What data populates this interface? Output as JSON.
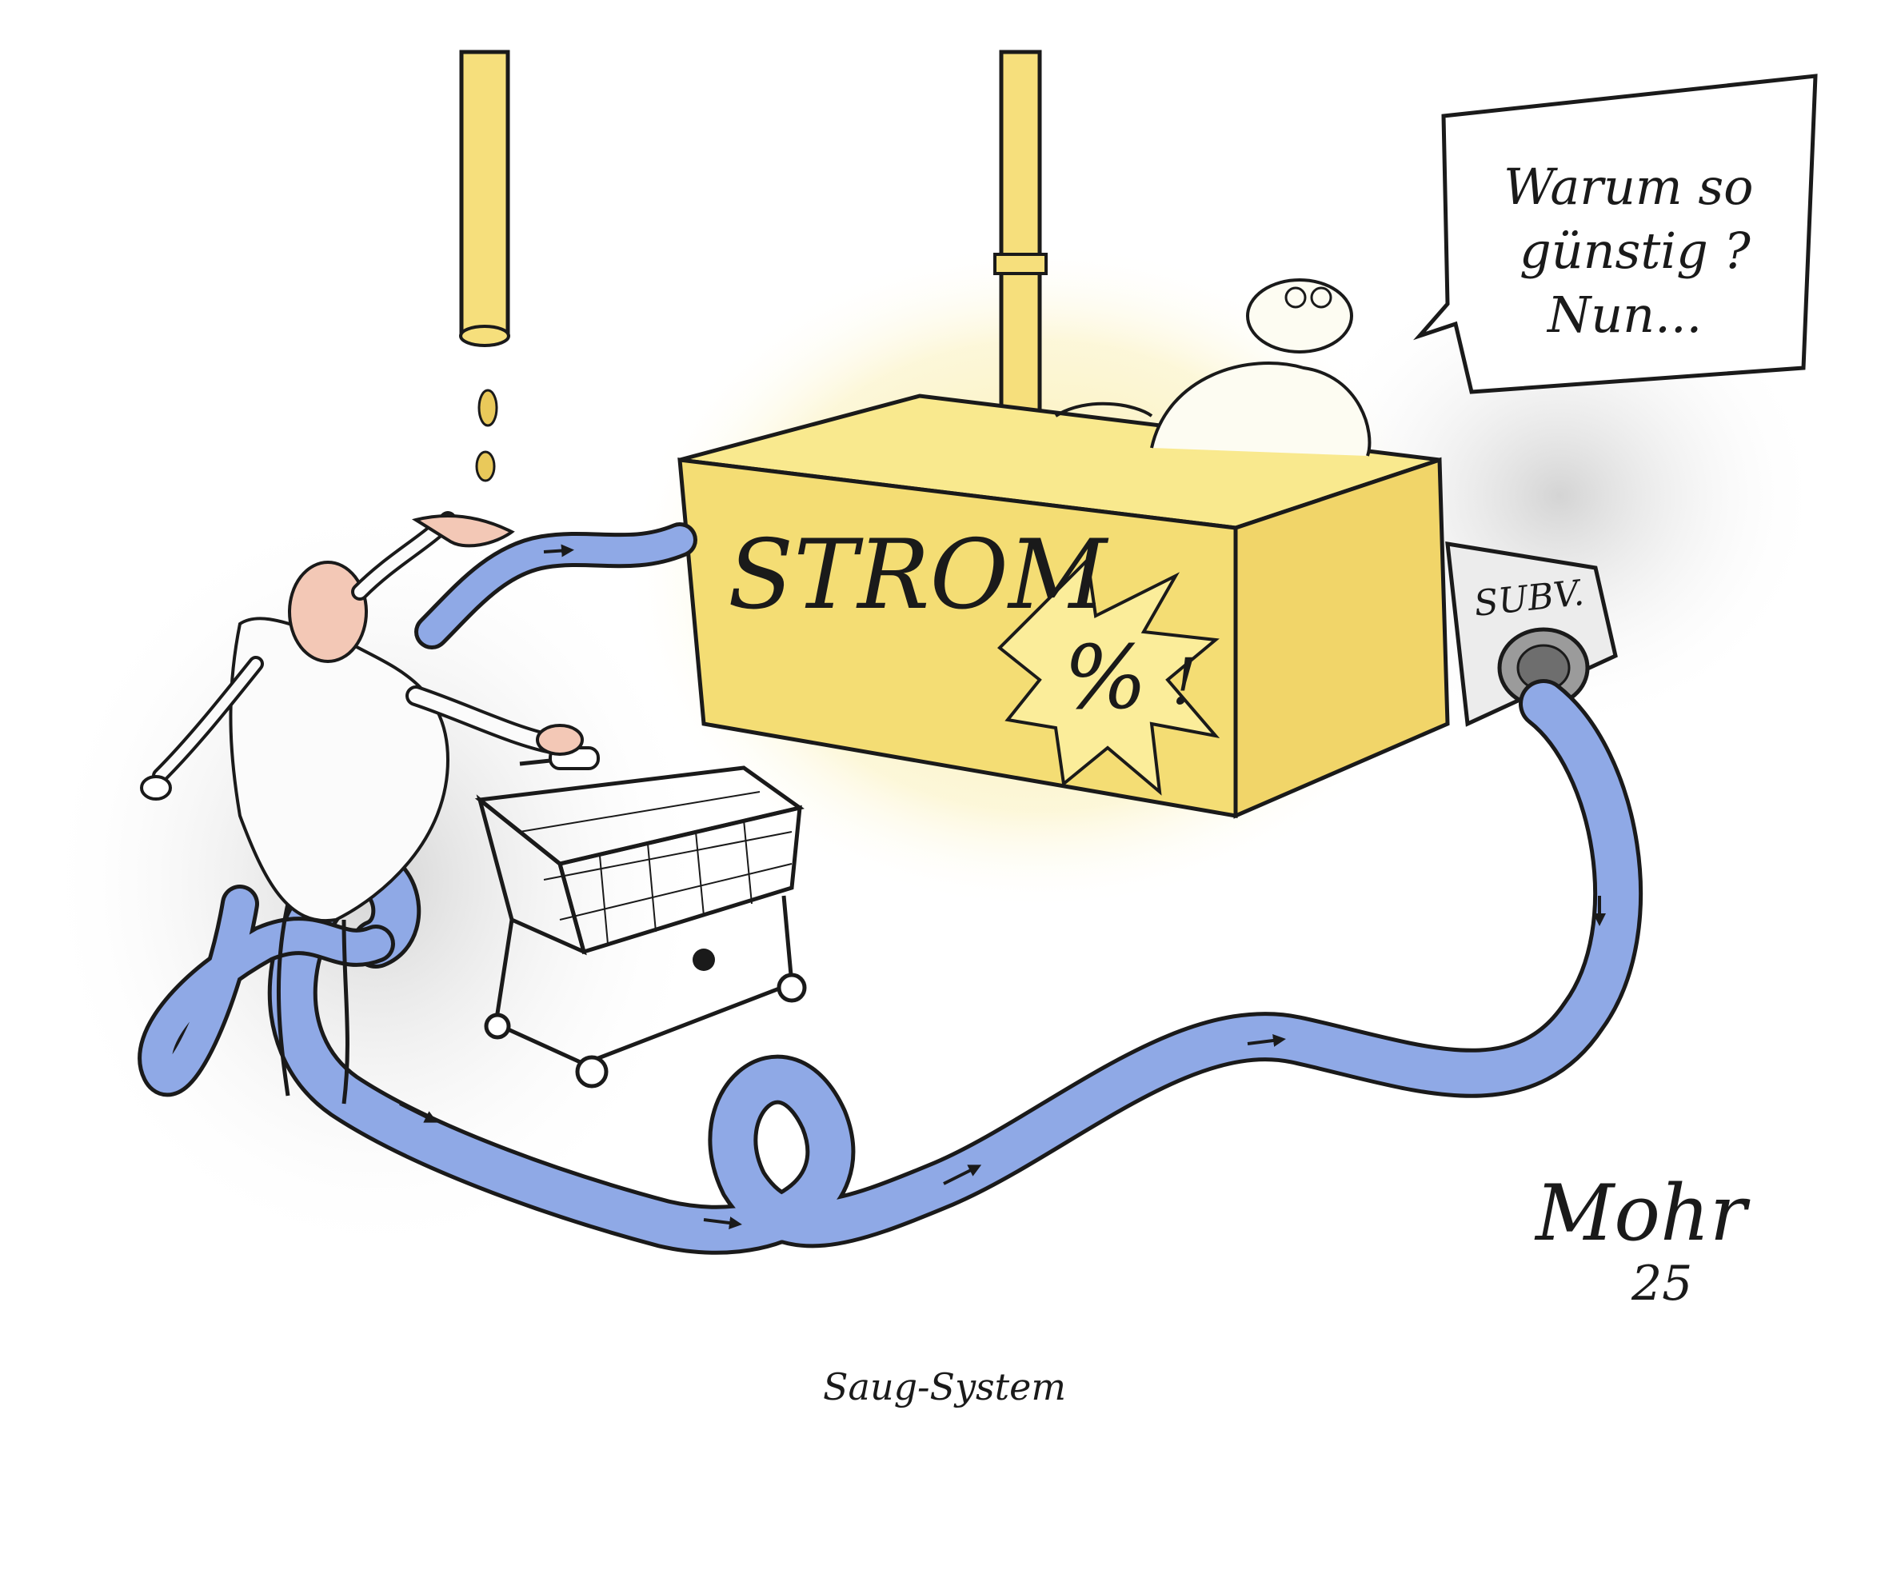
{
  "cartoon": {
    "box_label": "STROM",
    "percent_label": "%",
    "percent_mark": "!",
    "valve_label": "SUBV.",
    "speech_bubble": {
      "line1": "Warum so",
      "line2": "günstig ?",
      "line3": "Nun..."
    },
    "signature": {
      "name": "Mohr",
      "year": "25"
    },
    "caption": "Saug-System"
  },
  "colors": {
    "box_yellow": "#f7e27a",
    "glow_yellow": "#fbf0b0",
    "pipe_blue": "#8fa9e6",
    "coin_gold": "#e9c95a",
    "shadow_gray": "#d6d6d6",
    "ink": "#1a1a1a"
  }
}
